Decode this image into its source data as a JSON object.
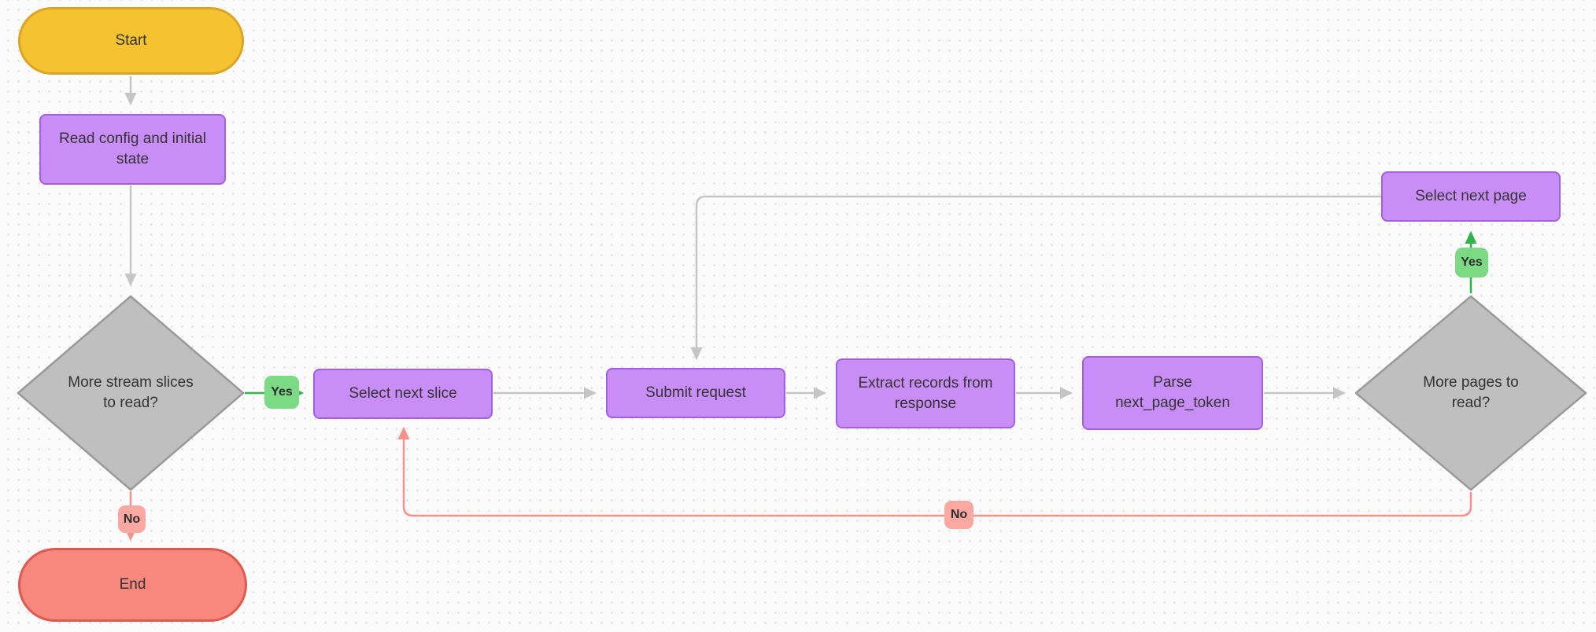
{
  "diagram": {
    "title": "connector-read-loop-flowchart",
    "colors": {
      "canvas_bg": "#fbfbfb",
      "dot_grid": "#d9d9d9",
      "start_fill": "#f6c330",
      "start_border": "#dba427",
      "process_fill": "#c98df8",
      "process_border": "#a55fdd",
      "decision_fill": "#bfbfbf",
      "decision_border": "#9a9a9a",
      "end_fill": "#f8877d",
      "end_border": "#dd5a4d",
      "edge_gray": "#c5c5c5",
      "edge_green": "#2fb44a",
      "edge_red": "#f8918a",
      "badge_green": "#7cd984",
      "badge_red": "#fba9a0",
      "text": "#333333"
    },
    "nodes": [
      {
        "id": "start",
        "type": "terminal",
        "label": "Start"
      },
      {
        "id": "read-config",
        "type": "process",
        "label": "Read config and initial state"
      },
      {
        "id": "more-slices",
        "type": "decision",
        "label": "More stream slices to read?"
      },
      {
        "id": "select-next-slice",
        "type": "process",
        "label": "Select next slice"
      },
      {
        "id": "submit-request",
        "type": "process",
        "label": "Submit request"
      },
      {
        "id": "extract-records",
        "type": "process",
        "label": "Extract records from response"
      },
      {
        "id": "parse-next-page-token",
        "type": "process",
        "label": "Parse next_page_token"
      },
      {
        "id": "more-pages",
        "type": "decision",
        "label": "More pages to read?"
      },
      {
        "id": "select-next-page",
        "type": "process",
        "label": "Select next page"
      },
      {
        "id": "end",
        "type": "terminal",
        "label": "End"
      }
    ],
    "edges": [
      {
        "from": "start",
        "to": "read-config",
        "style": "gray"
      },
      {
        "from": "read-config",
        "to": "more-slices",
        "style": "gray"
      },
      {
        "from": "more-slices",
        "to": "select-next-slice",
        "label": "Yes",
        "style": "green"
      },
      {
        "from": "select-next-slice",
        "to": "submit-request",
        "style": "gray"
      },
      {
        "from": "submit-request",
        "to": "extract-records",
        "style": "gray"
      },
      {
        "from": "extract-records",
        "to": "parse-next-page-token",
        "style": "gray"
      },
      {
        "from": "parse-next-page-token",
        "to": "more-pages",
        "style": "gray"
      },
      {
        "from": "more-pages",
        "to": "select-next-page",
        "label": "Yes",
        "style": "green"
      },
      {
        "from": "select-next-page",
        "to": "submit-request",
        "style": "gray"
      },
      {
        "from": "more-pages",
        "to": "select-next-slice",
        "label": "No",
        "style": "red"
      },
      {
        "from": "more-slices",
        "to": "end",
        "label": "No",
        "style": "red"
      }
    ]
  }
}
